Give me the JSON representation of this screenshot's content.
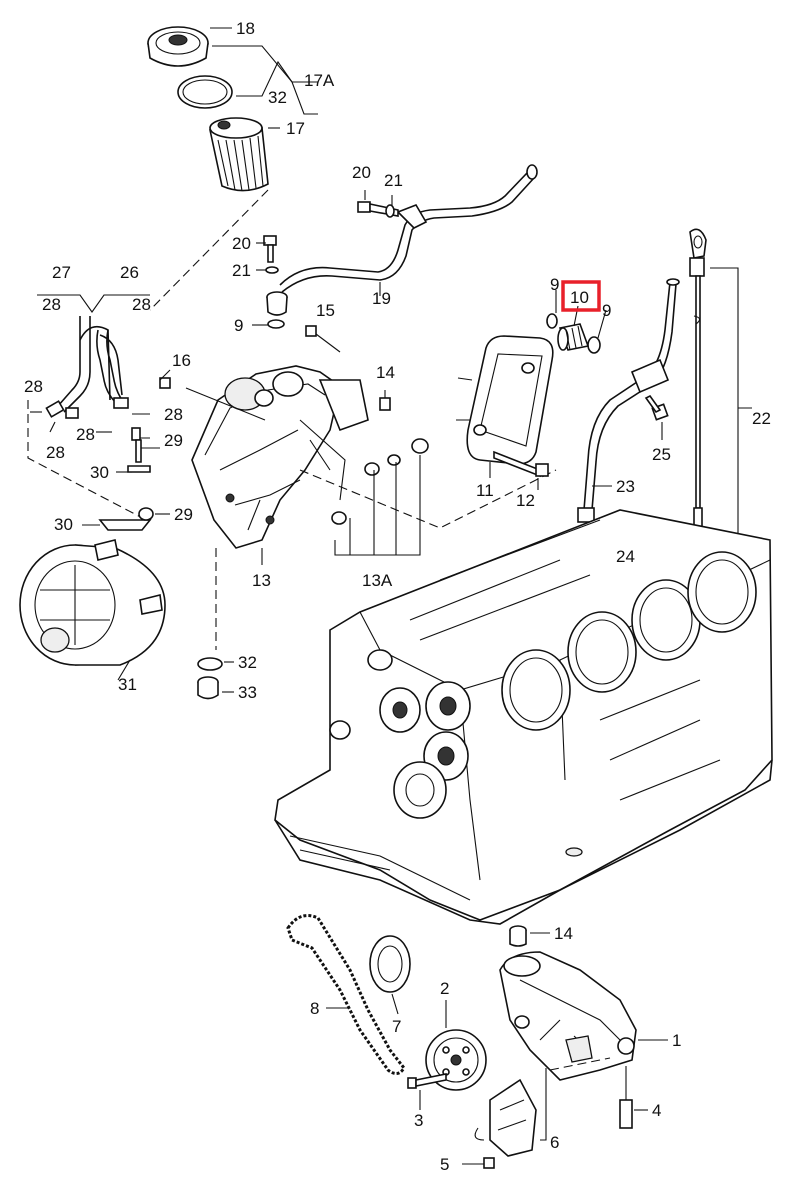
{
  "diagram": {
    "callouts": {
      "c1": "1",
      "c2": "2",
      "c3": "3",
      "c4": "4",
      "c5": "5",
      "c6": "6",
      "c7": "7",
      "c8": "8",
      "c9a": "9",
      "c9b": "9",
      "c9c": "9",
      "c10": "10",
      "c11": "11",
      "c12": "12",
      "c13": "13",
      "c13A": "13A",
      "c14a": "14",
      "c14b": "14",
      "c15": "15",
      "c16": "16",
      "c17": "17",
      "c17A": "17A",
      "c18": "18",
      "c19": "19",
      "c20a": "20",
      "c20b": "20",
      "c21a": "21",
      "c21b": "21",
      "c22": "22",
      "c23": "23",
      "c24": "24",
      "c25": "25",
      "c26": "26",
      "c27": "27",
      "c28a": "28",
      "c28b": "28",
      "c28c": "28",
      "c28d": "28",
      "c28e": "28",
      "c28f": "28",
      "c29a": "29",
      "c29b": "29",
      "c30a": "30",
      "c30b": "30",
      "c31": "31",
      "c32a": "32",
      "c32b": "32",
      "c33": "33"
    },
    "highlighted_callout": "10",
    "highlight_color": "#e8202a"
  }
}
